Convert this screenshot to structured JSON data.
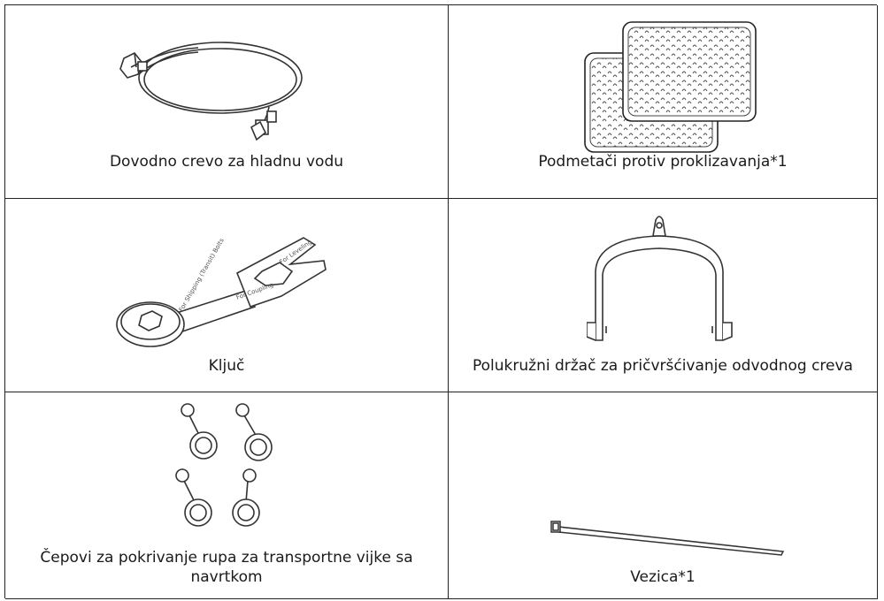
{
  "items": [
    {
      "caption": "Dovodno crevo za hladnu vodu",
      "icon": "water-inlet-hose"
    },
    {
      "caption": "Podmetači protiv proklizavanja*1",
      "icon": "anti-slip-pads"
    },
    {
      "caption": "Ključ",
      "icon": "spanner-wrench"
    },
    {
      "caption": "Polukružni držač za pričvršćivanje odvodnog creva",
      "icon": "u-shaped-hose-holder"
    },
    {
      "caption": "Čepovi za pokrivanje rupa za transportne vijke sa navrtkom",
      "icon": "transport-bolt-caps"
    },
    {
      "caption": "Vezica*1",
      "icon": "cable-tie"
    }
  ],
  "wrench_labels": [
    "For Shipping (Transit) Bolts",
    "For Coupling",
    "For Leveling"
  ]
}
